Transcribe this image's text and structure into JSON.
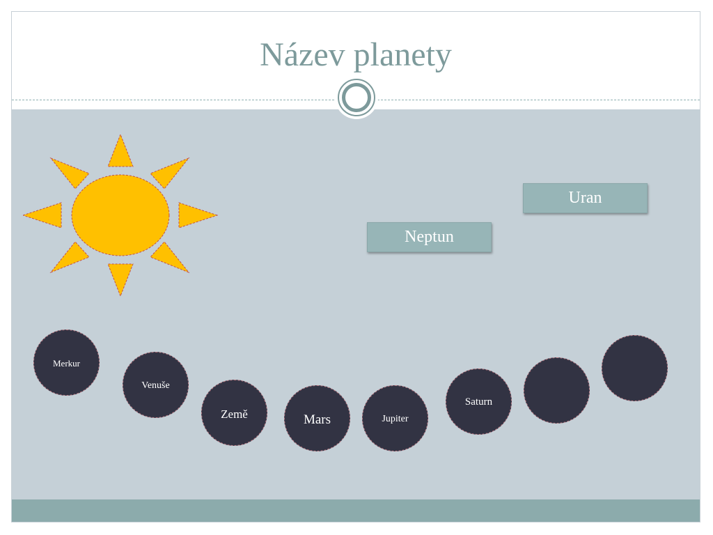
{
  "slide": {
    "title": "Název planety"
  },
  "colors": {
    "title": "#7d9a9b",
    "body_background": "#c5d0d7",
    "footer_band": "#8cabac",
    "label_box": "#97b5b7",
    "planet": "#323343",
    "sun": "#ffc000"
  },
  "labels": {
    "uran": "Uran",
    "neptun": "Neptun"
  },
  "planets": [
    {
      "label": "Merkur"
    },
    {
      "label": "Venuše"
    },
    {
      "label": "Země"
    },
    {
      "label": "Mars"
    },
    {
      "label": "Jupiter"
    },
    {
      "label": "Saturn"
    },
    {
      "label": ""
    },
    {
      "label": ""
    }
  ],
  "icons": {
    "sun": "sun-icon",
    "ornament": "ring-ornament-icon"
  }
}
